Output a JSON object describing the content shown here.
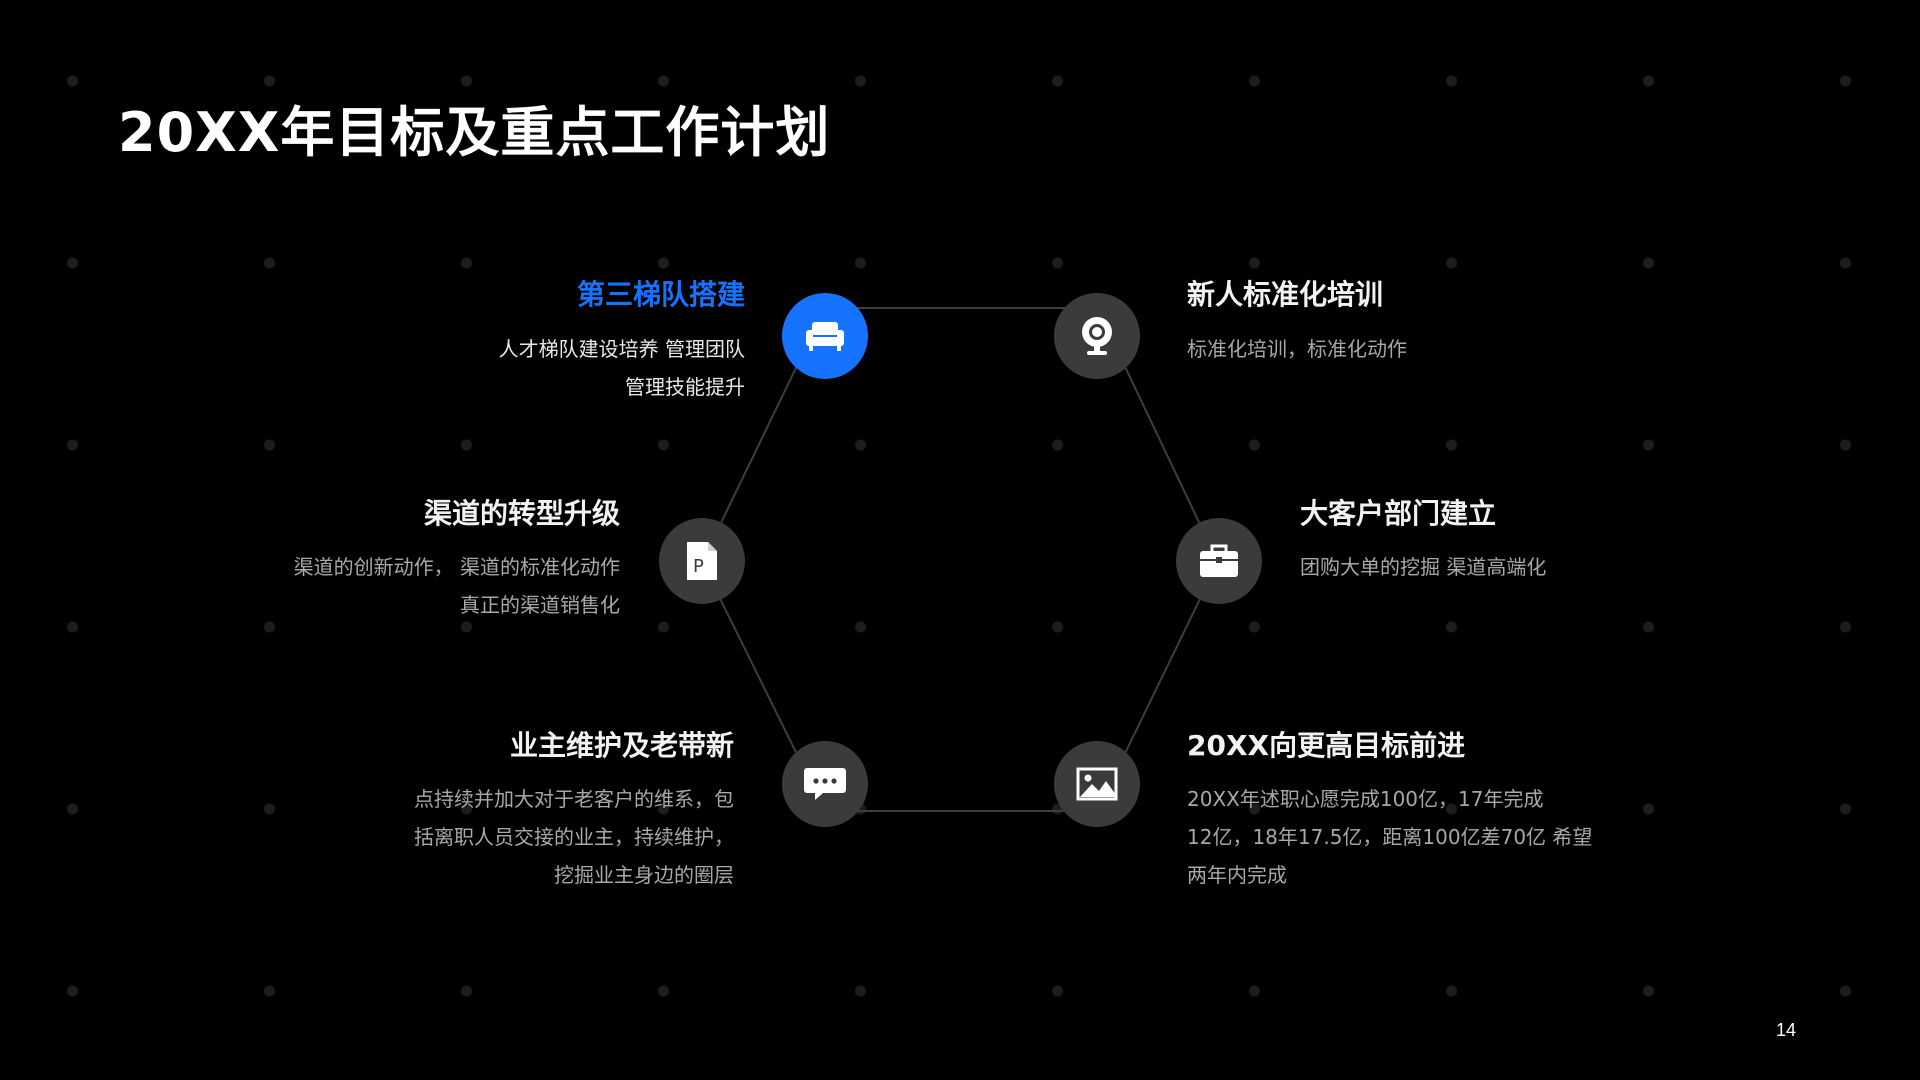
{
  "slide": {
    "title": "20XX年目标及重点工作计划",
    "page_number": "14",
    "accent_color": "#1673ff",
    "background_color": "#000000"
  },
  "items": [
    {
      "title": "第三梯队搭建",
      "desc": [
        "人才梯队建设培养 管理团队",
        "管理技能提升"
      ],
      "icon": "sofa-icon",
      "active": true
    },
    {
      "title": "新人标准化培训",
      "desc": [
        "标准化培训，标准化动作"
      ],
      "icon": "webcam-icon",
      "active": false
    },
    {
      "title": "渠道的转型升级",
      "desc": [
        "渠道的创新动作， 渠道的标准化动作",
        "真正的渠道销售化"
      ],
      "icon": "document-p-icon",
      "active": false
    },
    {
      "title": "大客户部门建立",
      "desc": [
        "团购大单的挖掘 渠道高端化"
      ],
      "icon": "briefcase-icon",
      "active": false
    },
    {
      "title": "业主维护及老带新",
      "desc": [
        "点持续并加大对于老客户的维系，包",
        "括离职人员交接的业主，持续维护，",
        "挖掘业主身边的圈层"
      ],
      "icon": "chat-bubble-icon",
      "active": false
    },
    {
      "title": "20XX向更高目标前进",
      "desc": [
        "20XX年述职心愿完成100亿，17年完成",
        "12亿，18年17.5亿，距离100亿差70亿 希望",
        "两年内完成"
      ],
      "icon": "image-icon",
      "active": false
    }
  ]
}
